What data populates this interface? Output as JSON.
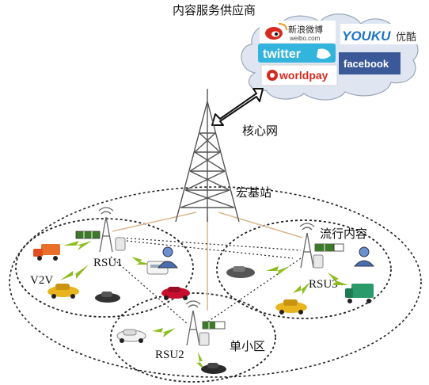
{
  "labels": {
    "content_provider": "内容服务供应商",
    "core_network": "核心网",
    "macro_base_station": "宏基站",
    "popular_content": "流行内容",
    "small_cell": "单小区",
    "v2v": "V2V",
    "rsu1": "RSU1",
    "rsu2": "RSU2",
    "rsu3": "RSU3"
  },
  "logos": {
    "weibo_cn": "新浪微博",
    "weibo_en": "weibo.com",
    "youku": "YOUKU",
    "youku_cn": "优酷",
    "twitter": "twitter",
    "facebook": "facebook",
    "worldpay": "worldpay"
  },
  "colors": {
    "cloud_fill": "#dfe6f1",
    "cloud_stroke": "#9aa6b8",
    "tower": "#555555",
    "link_line": "#d9b991",
    "wireless": "#8cbd1e",
    "cache_block": "#3c7a2a",
    "twitter_bg": "#33b4dc",
    "facebook_bg": "#3b5998",
    "youku_blue": "#1d74c4",
    "youku_red": "#e42d2d",
    "weibo_red": "#d52b1e"
  }
}
